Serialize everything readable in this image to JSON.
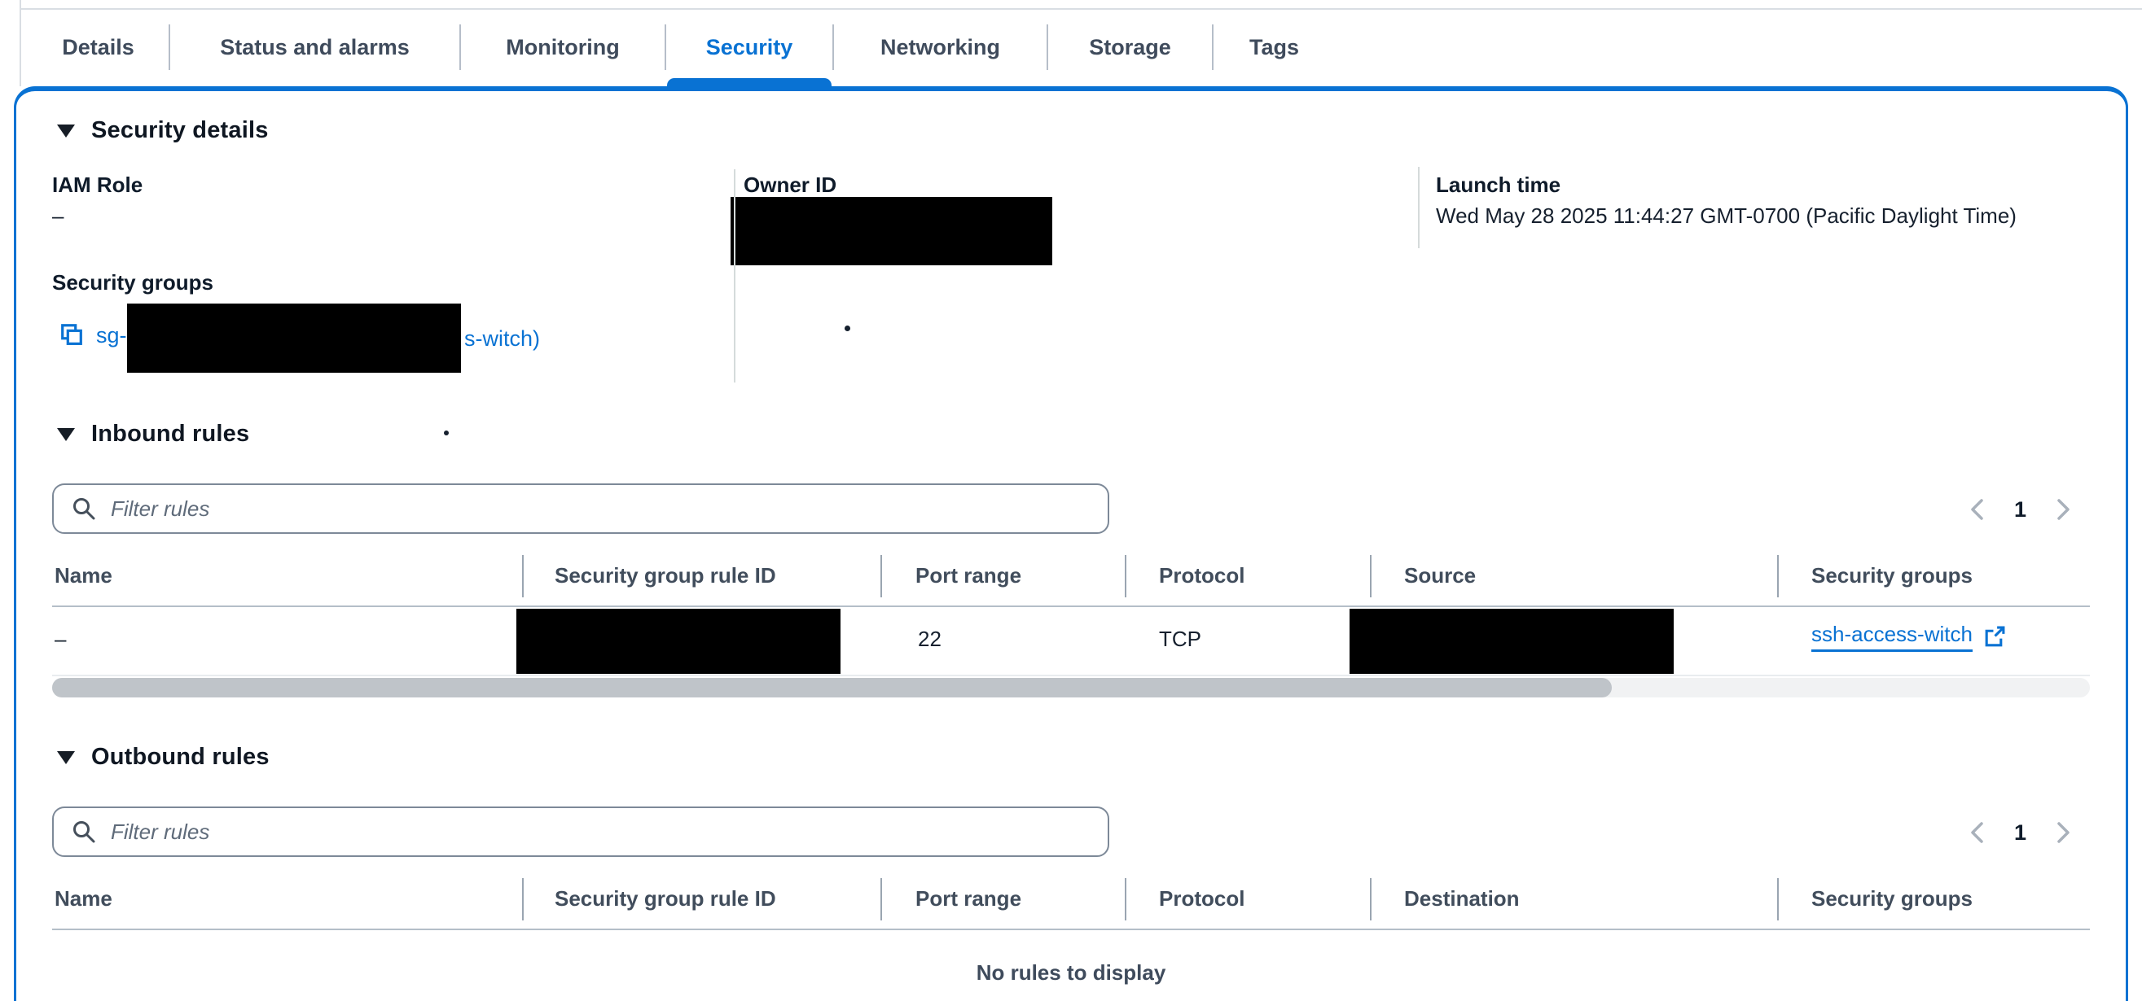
{
  "colors": {
    "accent": "#0972d3",
    "redaction": "#000000"
  },
  "tabs": {
    "active_tab": "Security",
    "items": [
      {
        "label": "Details"
      },
      {
        "label": "Status and alarms"
      },
      {
        "label": "Monitoring"
      },
      {
        "label": "Security"
      },
      {
        "label": "Networking"
      },
      {
        "label": "Storage"
      },
      {
        "label": "Tags"
      }
    ]
  },
  "security_details": {
    "heading": "Security details",
    "iam_role": {
      "label": "IAM Role",
      "value": "–"
    },
    "owner_id": {
      "label": "Owner ID"
    },
    "launch_time": {
      "label": "Launch time",
      "value": "Wed May 28 2025 11:44:27 GMT-0700 (Pacific Daylight Time)"
    },
    "security_groups": {
      "label": "Security groups",
      "link_prefix": "sg-",
      "link_suffix": "s-witch)"
    }
  },
  "inbound_rules": {
    "heading": "Inbound rules",
    "filter_placeholder": "Filter rules",
    "page": "1",
    "columns": [
      "Name",
      "Security group rule ID",
      "Port range",
      "Protocol",
      "Source",
      "Security groups"
    ],
    "row": {
      "name": "–",
      "port_range": "22",
      "protocol": "TCP",
      "security_groups_link": "ssh-access-witch"
    }
  },
  "outbound_rules": {
    "heading": "Outbound rules",
    "filter_placeholder": "Filter rules",
    "page": "1",
    "columns": [
      "Name",
      "Security group rule ID",
      "Port range",
      "Protocol",
      "Destination",
      "Security groups"
    ],
    "empty_message": "No rules to display"
  }
}
